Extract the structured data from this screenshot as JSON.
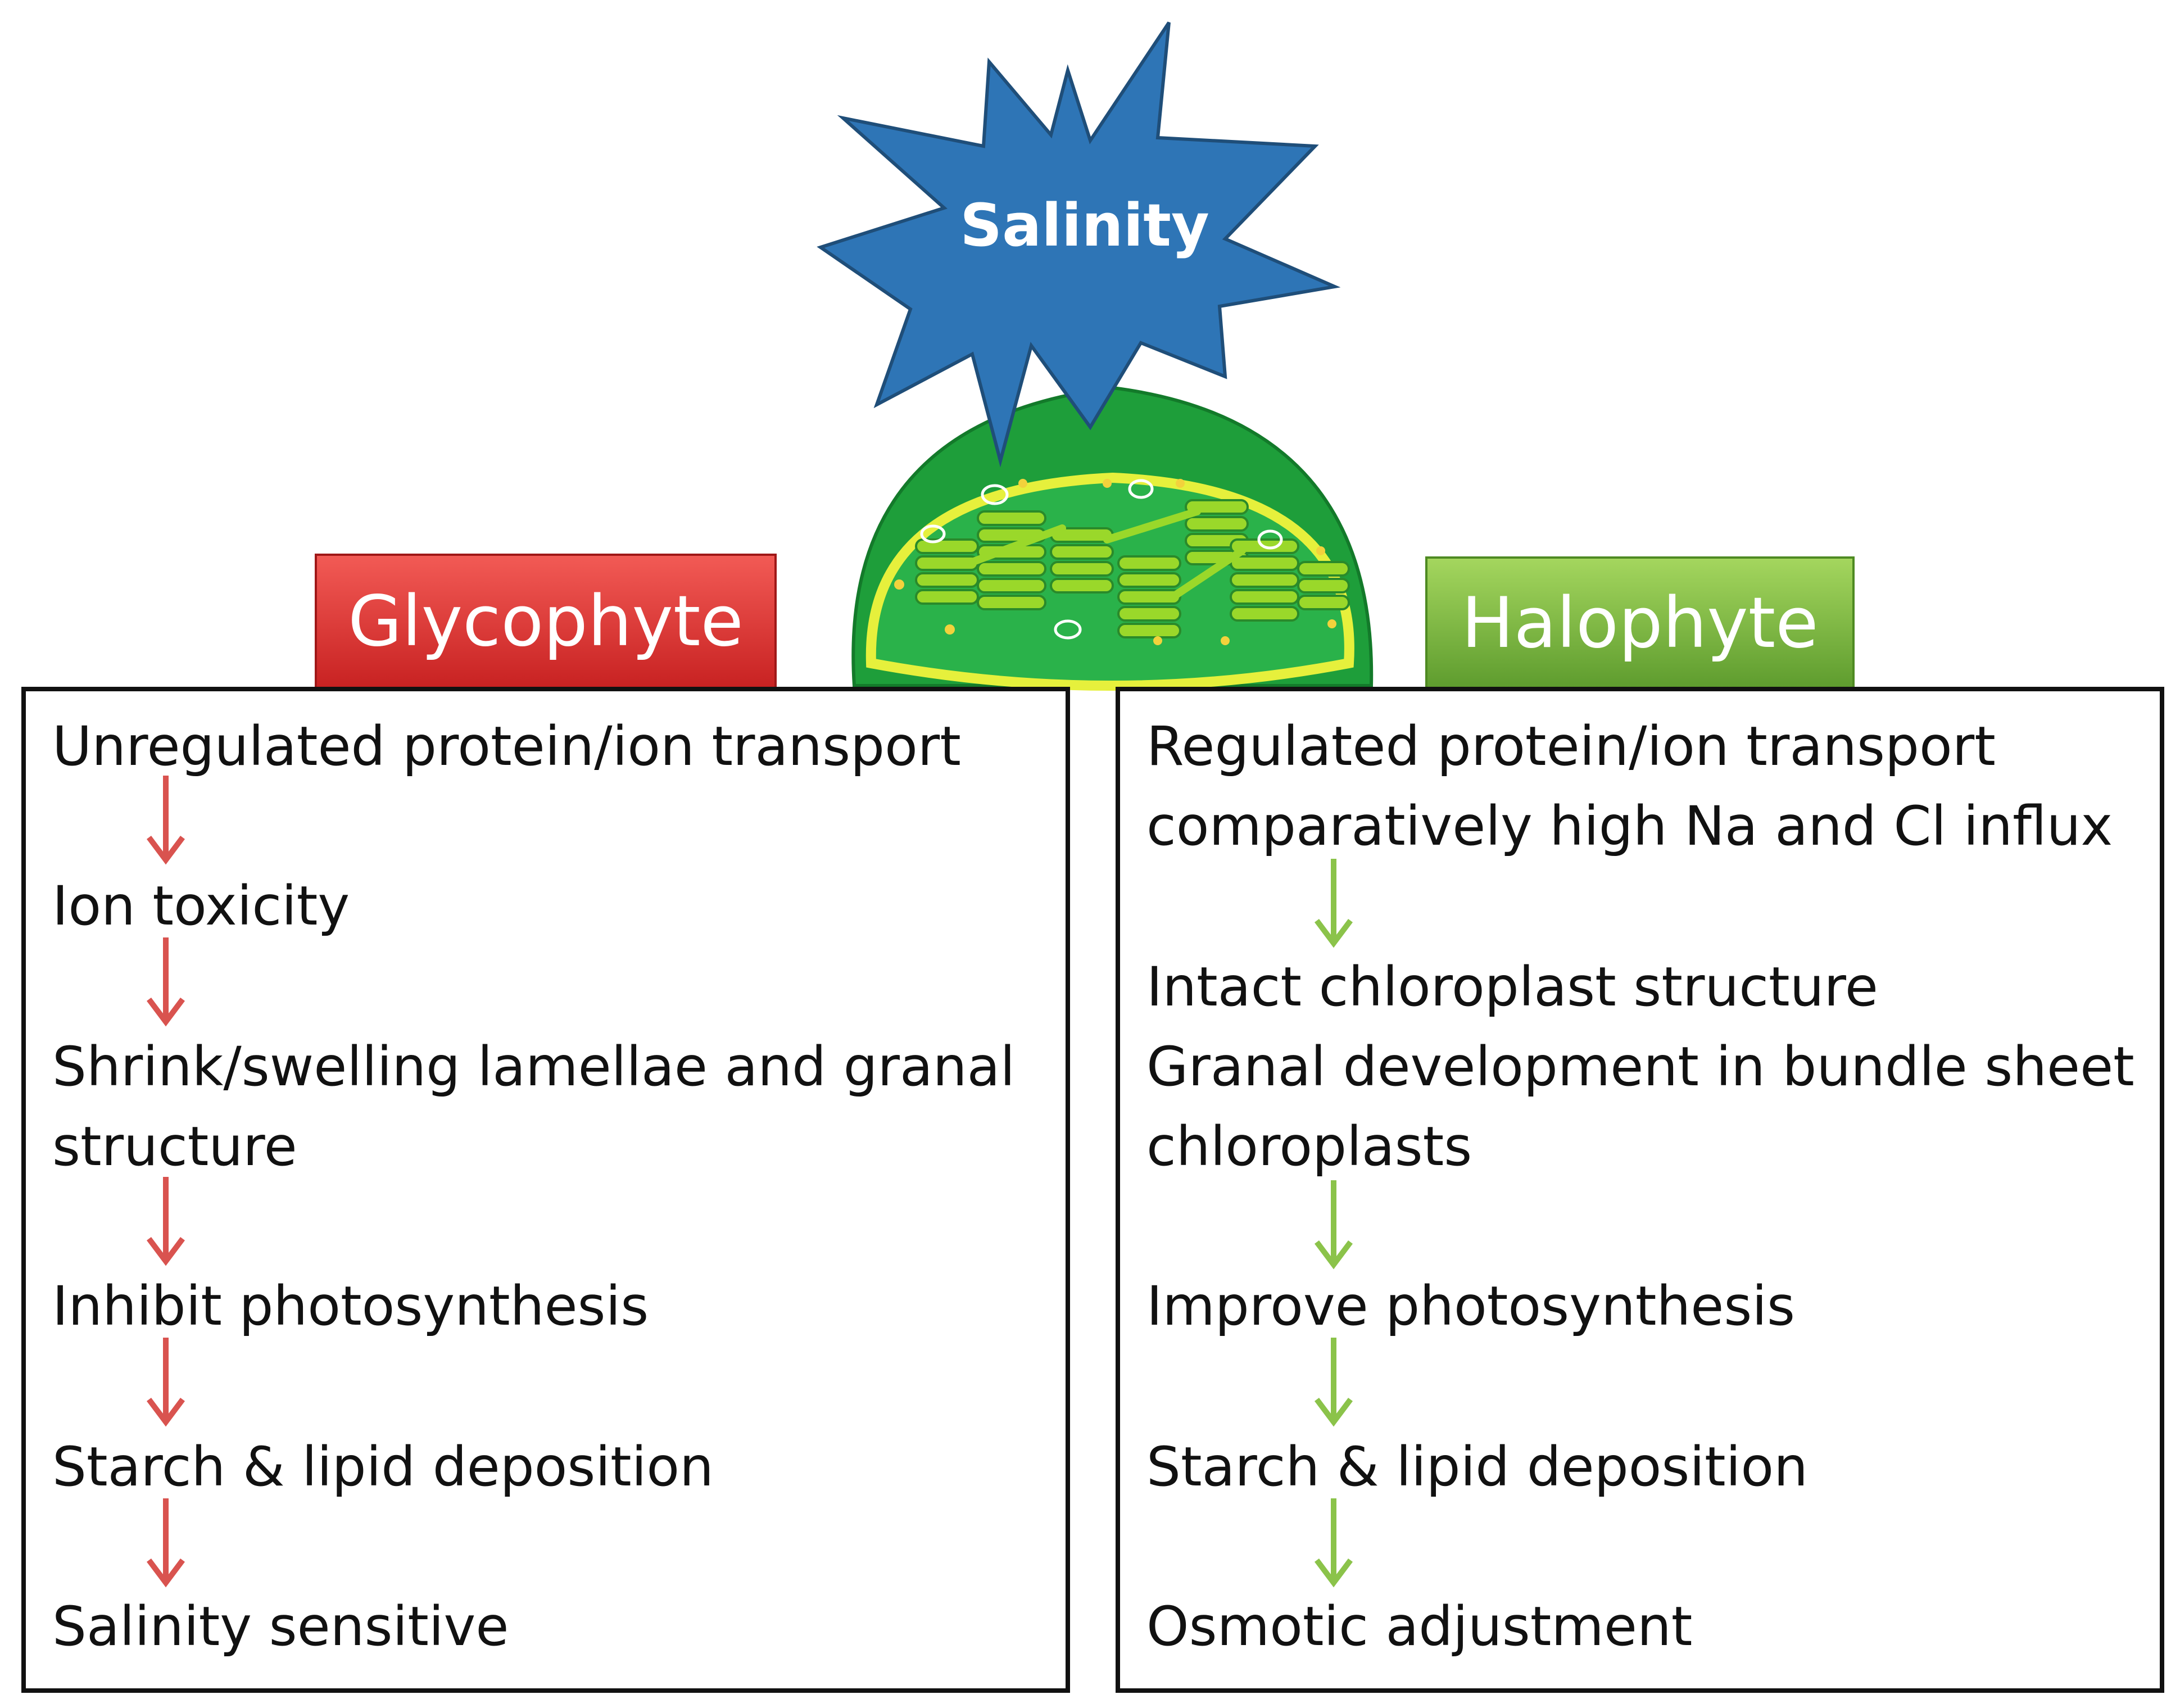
{
  "salinity": {
    "label": "Salinity"
  },
  "glycophyte": {
    "label": "Glycophyte",
    "steps": [
      "Unregulated protein/ion transport",
      "Ion toxicity",
      "Shrink/swelling lamellae and granal",
      "structure",
      "Inhibit photosynthesis",
      "Starch & lipid deposition",
      "Salinity sensitive"
    ]
  },
  "halophyte": {
    "label": "Halophyte",
    "steps": [
      "Regulated protein/ion transport",
      "comparatively high Na and Cl influx",
      "Intact chloroplast structure",
      "Granal development in bundle sheet",
      "chloroplasts",
      "Improve photosynthesis",
      "Starch & lipid deposition",
      "Osmotic adjustment"
    ]
  },
  "colors": {
    "salinity_star": "#2e75b6",
    "glycophyte_box": "#d9302c",
    "halophyte_box": "#7cb342",
    "glycophyte_arrow": "#d9534f",
    "halophyte_arrow": "#8bc34a",
    "chloroplast_outer": "#1e9e3a",
    "chloroplast_rim": "#e6f03c",
    "grana": "#9ad82a"
  }
}
